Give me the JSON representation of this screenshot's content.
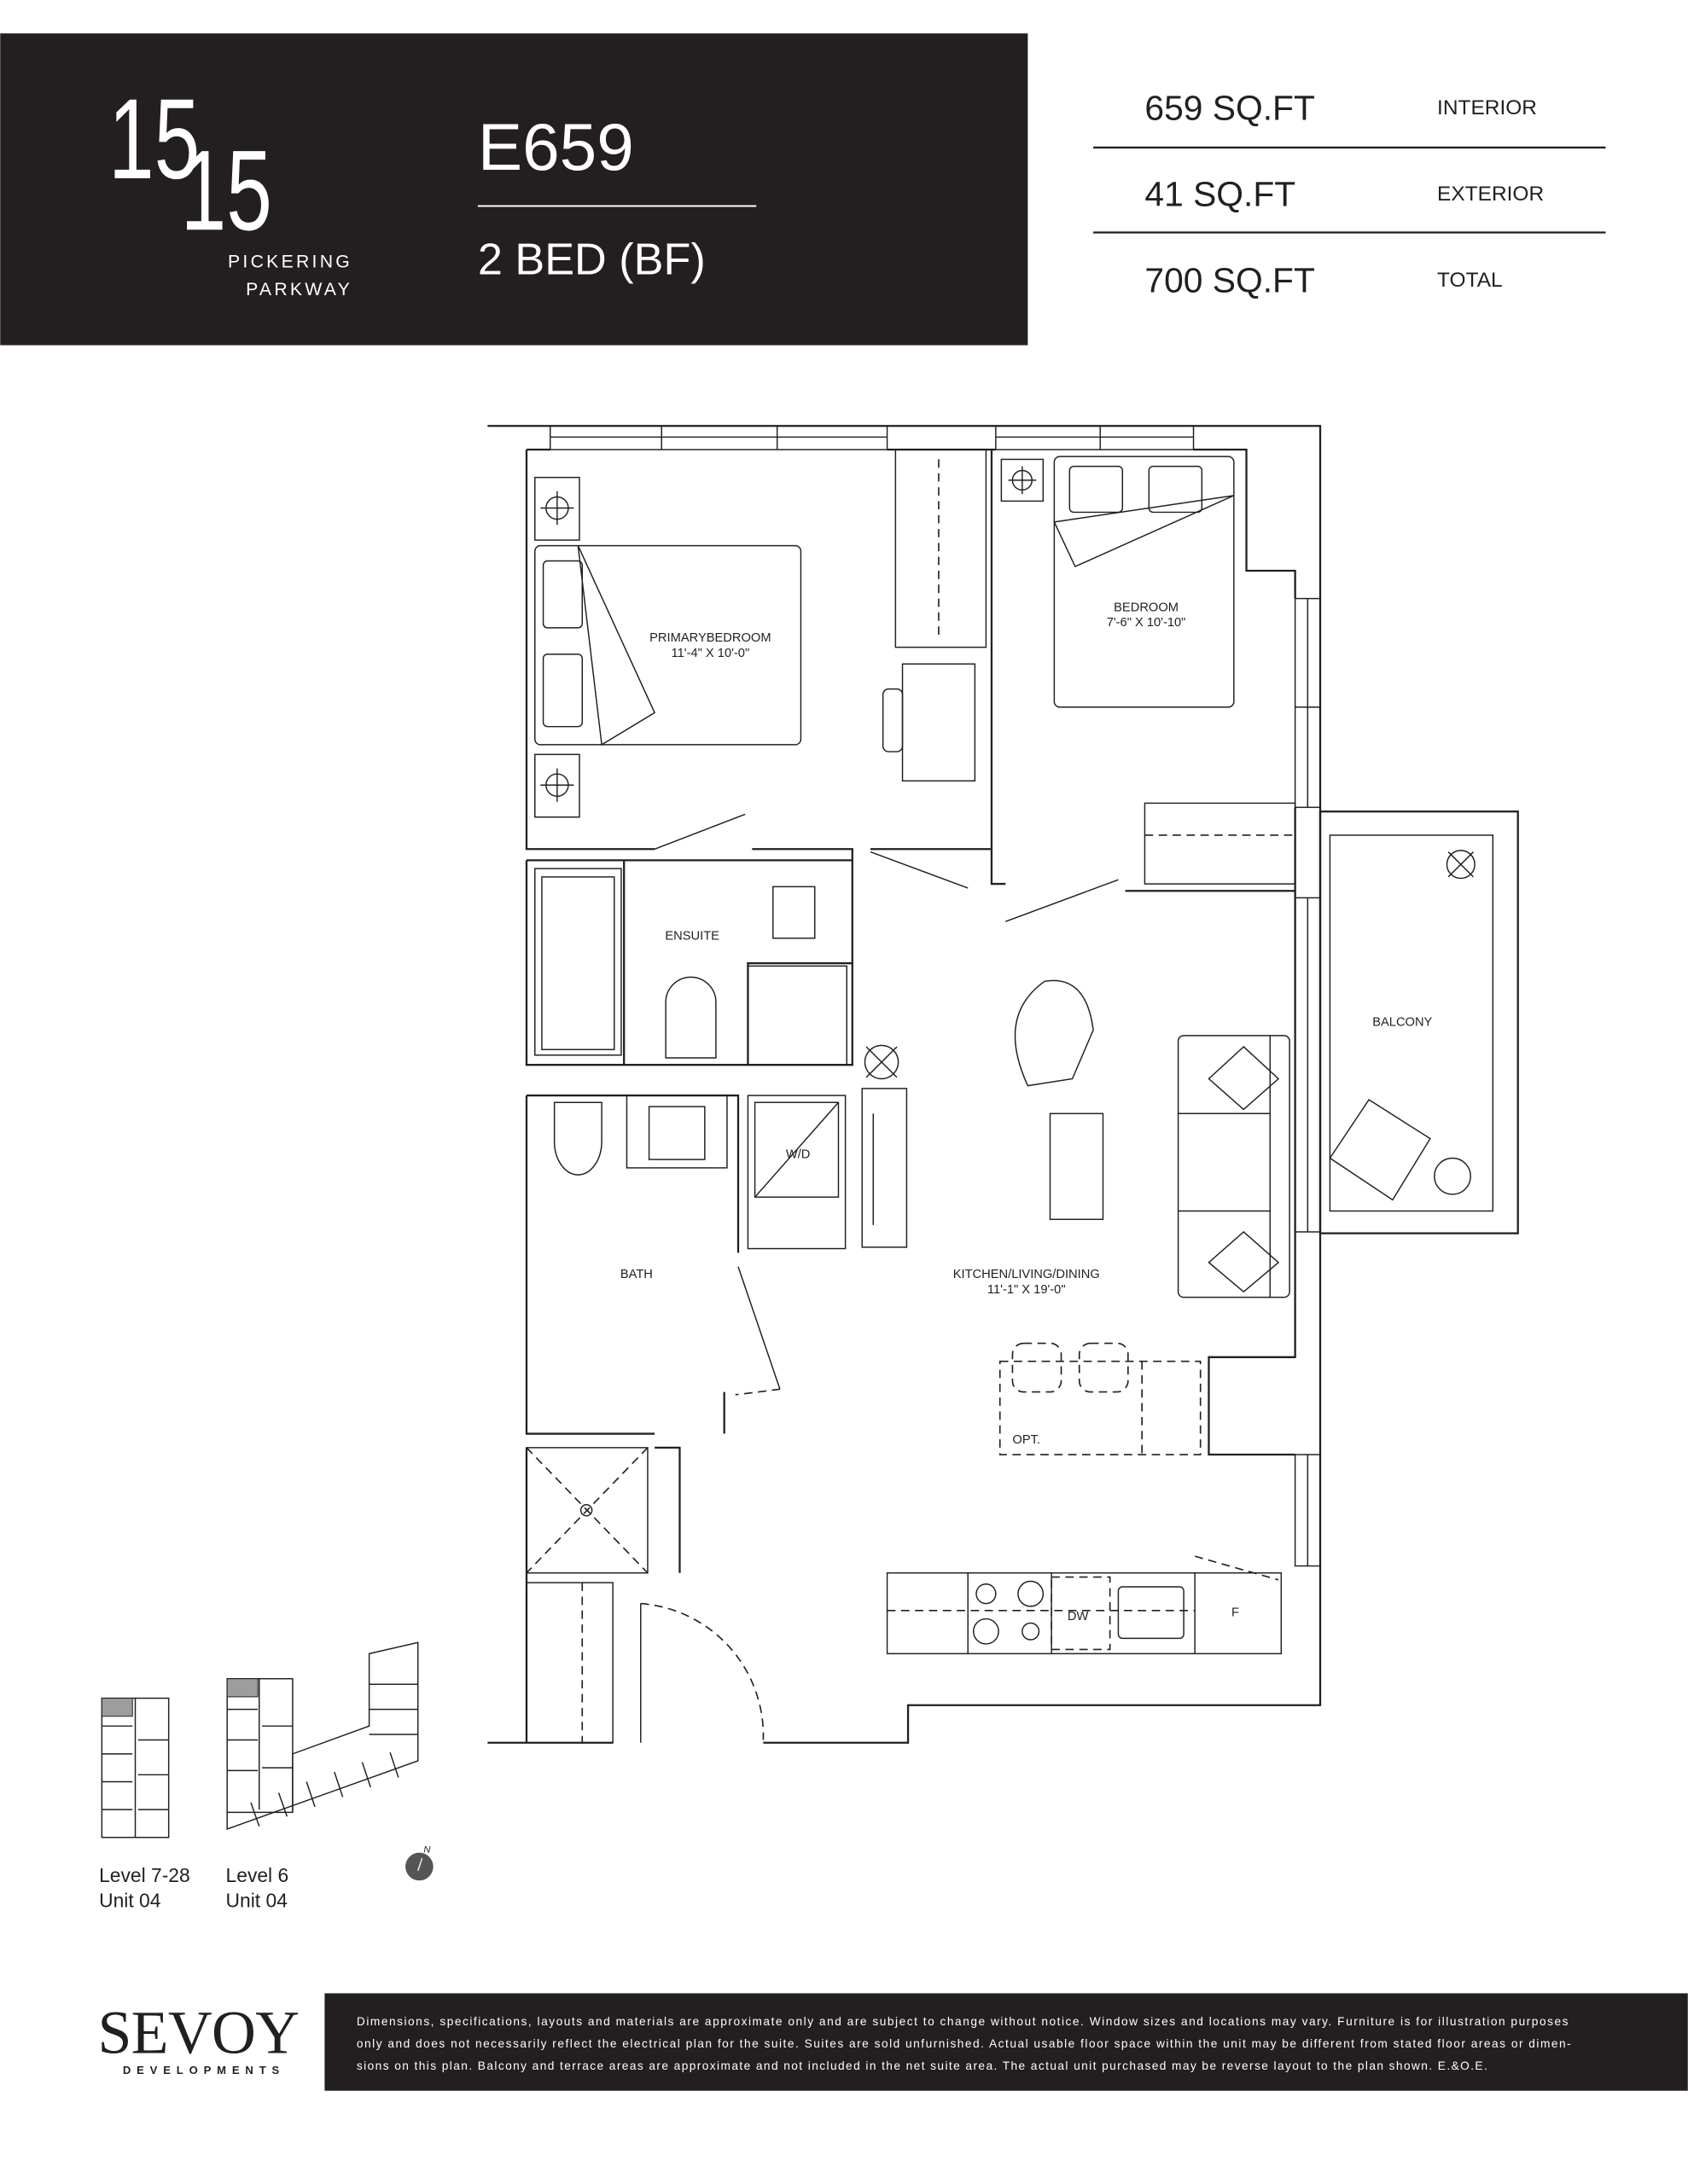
{
  "header": {
    "logo_text": "15/15",
    "logo_line1": "PICKERING",
    "logo_line2": "PARKWAY",
    "unit_code": "E659",
    "unit_type": "2 BED (BF)",
    "areas": [
      {
        "value": "659 SQ.FT",
        "label": "INTERIOR"
      },
      {
        "value": "41 SQ.FT",
        "label": "EXTERIOR"
      },
      {
        "value": "700 SQ.FT",
        "label": "TOTAL"
      }
    ]
  },
  "rooms": {
    "primary_bedroom": {
      "name": "PRIMARYBEDROOM",
      "dims": "11'-4\" X 10'-0\""
    },
    "bedroom": {
      "name": "BEDROOM",
      "dims": "7'-6\" X 10'-10\""
    },
    "ensuite": {
      "name": "ENSUITE"
    },
    "balcony": {
      "name": "BALCONY"
    },
    "laundry": {
      "name": "W/D"
    },
    "bath": {
      "name": "BATH"
    },
    "kitchen": {
      "name": "KITCHEN/LIVING/DINING",
      "dims": "11'-1\" X 19'-0\""
    },
    "optional": {
      "name": "OPT."
    },
    "dishwasher": {
      "name": "DW"
    },
    "fridge": {
      "name": "F"
    }
  },
  "keyplan": {
    "plans": [
      {
        "level": "Level 7-28",
        "unit": "Unit 04"
      },
      {
        "level": "Level 6",
        "unit": "Unit 04"
      }
    ],
    "north_label": "N",
    "highlight_color": "#9d9d9d"
  },
  "footer": {
    "brand": "SEVOY",
    "brand_sub": "DEVELOPMENTS",
    "disclaimer_lines": [
      "Dimensions, specifications, layouts and materials are approximate only and are subject to change without notice. Window sizes and locations may vary. Furniture is for illustration purposes",
      "only and does not necessarily reflect the electrical plan for the suite. Suites are sold unfurnished. Actual usable floor space within the unit may be different from stated floor areas or dimen-",
      "sions on this plan. Balcony and terrace areas are approximate and not included in the net suite area. The actual unit purchased may be reverse layout to the plan shown. E.&O.E."
    ]
  },
  "colors": {
    "dark": "#231f20",
    "panel": "#231f20"
  }
}
